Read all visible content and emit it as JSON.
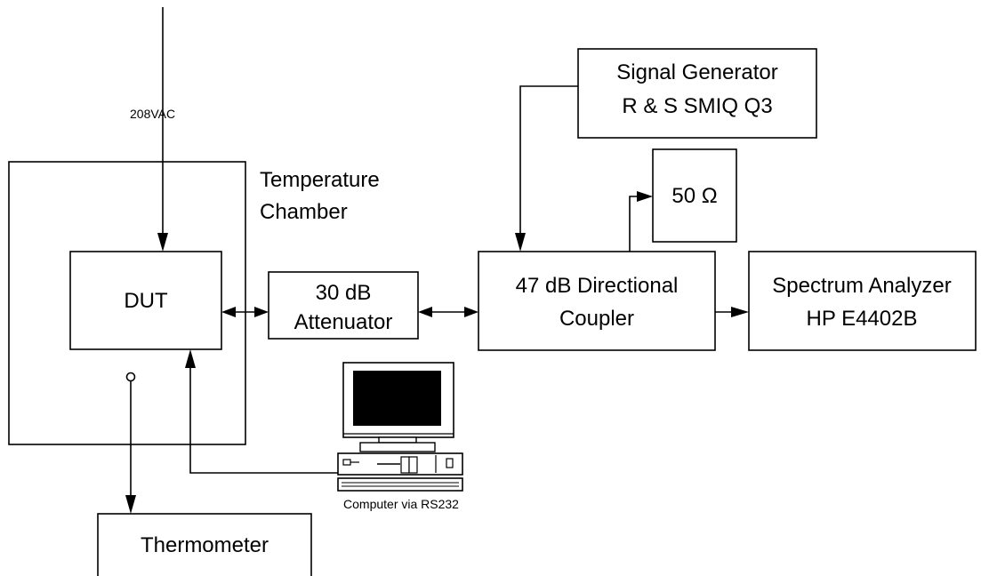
{
  "labels": {
    "power": "208VAC",
    "chamber_line1": "Temperature",
    "chamber_line2": "Chamber",
    "dut": "DUT",
    "attenuator_line1": "30 dB",
    "attenuator_line2": "Attenuator",
    "coupler_line1": "47 dB Directional",
    "coupler_line2": "Coupler",
    "sig_gen_line1": "Signal Generator",
    "sig_gen_line2": "R & S SMIQ Q3",
    "load": "50 Ω",
    "spectrum_line1": "Spectrum Analyzer",
    "spectrum_line2": "HP E4402B",
    "computer": "Computer via RS232",
    "thermometer": "Thermometer"
  }
}
